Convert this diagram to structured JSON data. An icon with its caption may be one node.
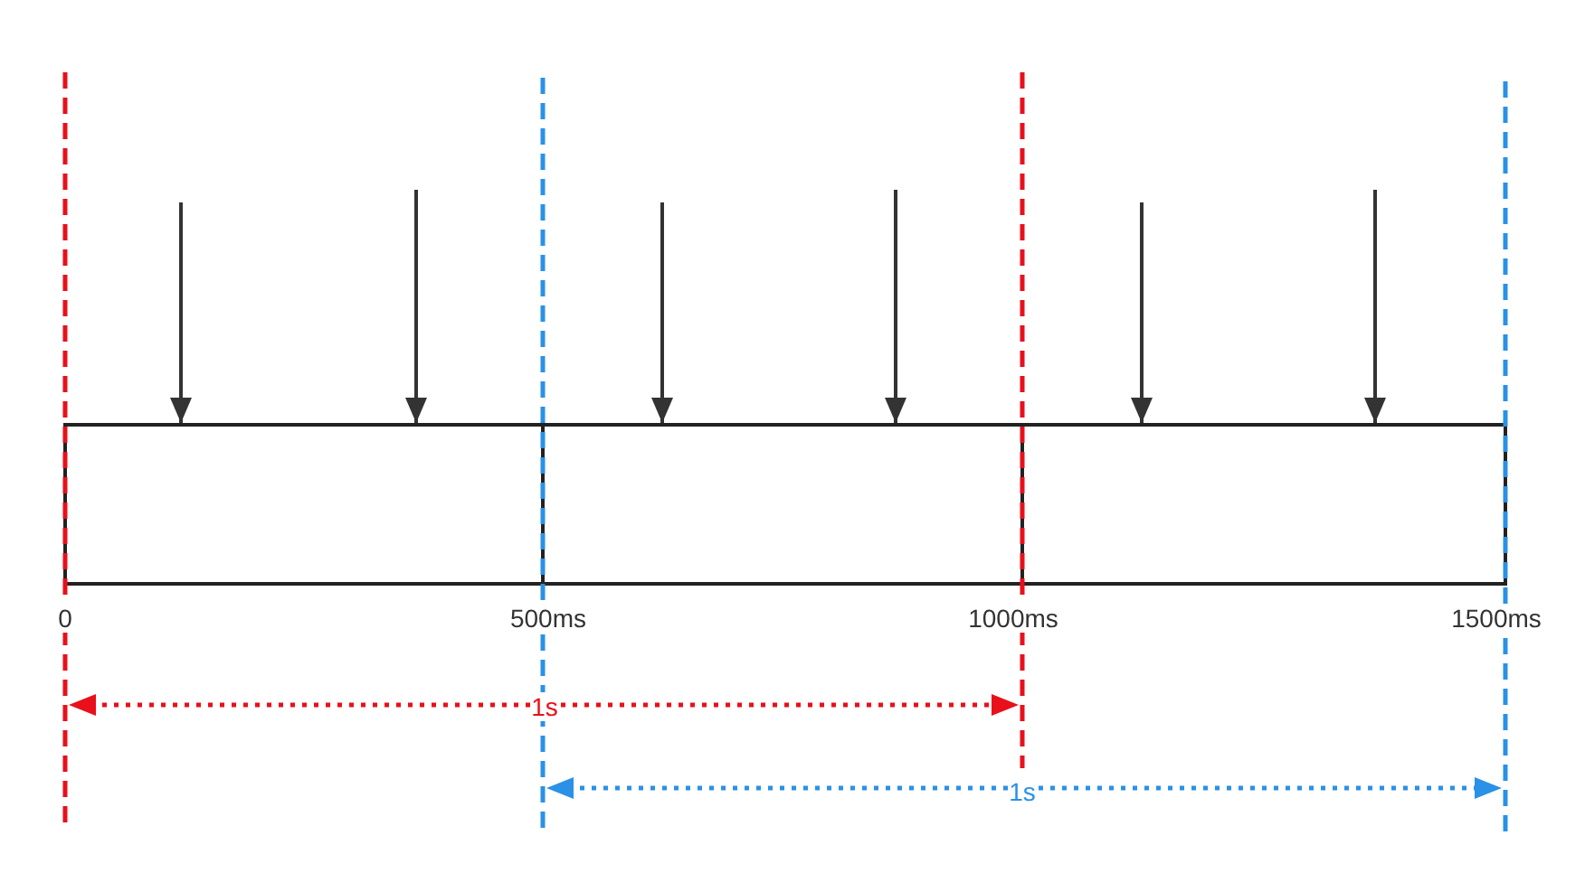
{
  "diagram": {
    "nodes": [
      {
        "text": [],
        "shape": "box"
      },
      {
        "text": [],
        "shape": "box"
      },
      {
        "text": [],
        "shape": "box"
      }
    ],
    "edges": [
      {
        "from": null,
        "to": 0,
        "arrow": "to"
      },
      {
        "from": null,
        "to": 0,
        "arrow": "to"
      },
      {
        "from": null,
        "to": 1,
        "arrow": "to"
      },
      {
        "from": null,
        "to": 1,
        "arrow": "to"
      },
      {
        "from": null,
        "to": 2,
        "arrow": "to"
      },
      {
        "from": null,
        "to": 2,
        "arrow": "to"
      }
    ],
    "labels": [
      "0",
      "500ms",
      "1000ms",
      "1500ms",
      "1s",
      "1s"
    ]
  }
}
